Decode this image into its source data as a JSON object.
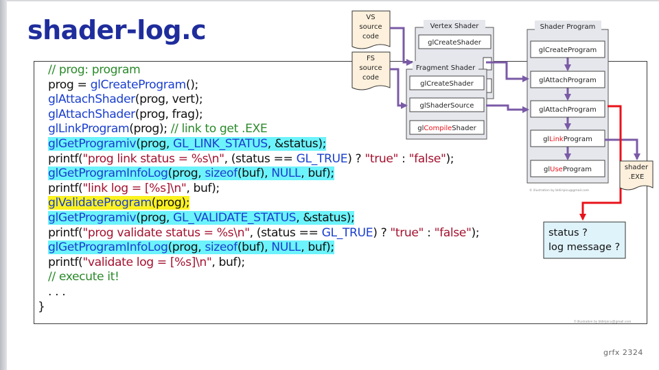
{
  "title": "shader-log.c",
  "code_lines": [
    [
      {
        "t": "// prog: program",
        "c": "cm"
      }
    ],
    [
      {
        "t": "prog = "
      },
      {
        "t": "glCreateProgram",
        "c": "fn"
      },
      {
        "t": "();"
      }
    ],
    [
      {
        "t": "glAttachShader",
        "c": "fn"
      },
      {
        "t": "(prog, vert);"
      }
    ],
    [
      {
        "t": "glAttachShader",
        "c": "fn"
      },
      {
        "t": "(prog, frag);"
      }
    ],
    [
      {
        "t": "glLinkProgram",
        "c": "fn"
      },
      {
        "t": "(prog); "
      },
      {
        "t": "// link to get .EXE",
        "c": "cm"
      }
    ],
    [
      {
        "t": "glGetProgramiv",
        "c": "fn",
        "h": "cyan"
      },
      {
        "t": "(prog, ",
        "h": "cyan"
      },
      {
        "t": "GL_LINK_STATUS",
        "c": "kw",
        "h": "cyan"
      },
      {
        "t": ", &status);",
        "h": "cyan"
      }
    ],
    [
      {
        "t": "printf("
      },
      {
        "t": "\"prog link status = %s\\n\"",
        "c": "str"
      },
      {
        "t": ", (status == "
      },
      {
        "t": "GL_TRUE",
        "c": "kw"
      },
      {
        "t": ") ? "
      },
      {
        "t": "\"true\"",
        "c": "str"
      },
      {
        "t": " : "
      },
      {
        "t": "\"false\"",
        "c": "str"
      },
      {
        "t": ");"
      }
    ],
    [
      {
        "t": "glGetProgramInfoLog",
        "c": "fn",
        "h": "cyan"
      },
      {
        "t": "(prog, ",
        "h": "cyan"
      },
      {
        "t": "sizeof",
        "c": "kw",
        "h": "cyan"
      },
      {
        "t": "(buf), ",
        "h": "cyan"
      },
      {
        "t": "NULL",
        "c": "kw",
        "h": "cyan"
      },
      {
        "t": ", buf);",
        "h": "cyan"
      }
    ],
    [
      {
        "t": "printf("
      },
      {
        "t": "\"link log = [%s]\\n\"",
        "c": "str"
      },
      {
        "t": ", buf);"
      }
    ],
    [
      {
        "t": "glValidateProgram",
        "c": "fn",
        "h": "yellow"
      },
      {
        "t": "(prog);",
        "h": "yellow"
      }
    ],
    [
      {
        "t": "glGetProgramiv",
        "c": "fn",
        "h": "cyan"
      },
      {
        "t": "(prog, ",
        "h": "cyan"
      },
      {
        "t": "GL_VALIDATE_STATUS",
        "c": "kw",
        "h": "cyan"
      },
      {
        "t": ", &status);",
        "h": "cyan"
      }
    ],
    [
      {
        "t": "printf("
      },
      {
        "t": "\"prog validate status = %s\\n\"",
        "c": "str"
      },
      {
        "t": ", (status == "
      },
      {
        "t": "GL_TRUE",
        "c": "kw"
      },
      {
        "t": ") ? "
      },
      {
        "t": "\"true\"",
        "c": "str"
      },
      {
        "t": " : "
      },
      {
        "t": "\"false\"",
        "c": "str"
      },
      {
        "t": ");"
      }
    ],
    [
      {
        "t": "glGetProgramInfoLog",
        "c": "fn",
        "h": "cyan"
      },
      {
        "t": "(prog, ",
        "h": "cyan"
      },
      {
        "t": "sizeof",
        "c": "kw",
        "h": "cyan"
      },
      {
        "t": "(buf), ",
        "h": "cyan"
      },
      {
        "t": "NULL",
        "c": "kw",
        "h": "cyan"
      },
      {
        "t": ", buf);",
        "h": "cyan"
      }
    ],
    [
      {
        "t": "printf("
      },
      {
        "t": "\"validate log = [%s]\\n\"",
        "c": "str"
      },
      {
        "t": ", buf);"
      }
    ],
    [
      {
        "t": "// execute it!",
        "c": "cm"
      }
    ],
    [
      {
        "t": ". . ."
      }
    ],
    [
      {
        "t": "}",
        "brace": true
      }
    ]
  ],
  "diagram": {
    "vs_doc": [
      "VS",
      "source",
      "code"
    ],
    "fs_doc": [
      "FS",
      "source",
      "code"
    ],
    "vertex_shader": {
      "title": "Vertex Shader",
      "items": [
        "glCreateShader"
      ]
    },
    "fragment_shader": {
      "title": "Fragment Shader",
      "items": [
        {
          "pre": "glCreateShader",
          "red": "",
          "post": ""
        },
        {
          "pre": "glShaderSource",
          "red": "",
          "post": ""
        },
        {
          "pre": "gl",
          "red": "Compile",
          "post": "Shader"
        }
      ]
    },
    "shader_program": {
      "title": "Shader Program",
      "items": [
        {
          "pre": "glCreateProgram",
          "red": "",
          "post": ""
        },
        {
          "pre": "glAttachProgram",
          "red": "",
          "post": ""
        },
        {
          "pre": "glAttachProgram",
          "red": "",
          "post": ""
        },
        {
          "pre": "gl",
          "red": "Link",
          "post": "Program"
        },
        {
          "pre": "gl",
          "red": "Use",
          "post": "Program"
        }
      ]
    },
    "exe_doc": [
      "shader",
      ".EXE"
    ],
    "status_box": [
      "status ?",
      "log message ?"
    ],
    "credit": "© illustration by bldiripicu@gmail.com"
  },
  "page_number": "grfx 2324",
  "colors": {
    "title": "#1f2d9c",
    "function": "#1a3fcf",
    "comment": "#2b8a2b",
    "string": "#a4122f",
    "highlight_cyan": "#6cf3fb",
    "highlight_yellow": "#fbf21f",
    "arrow": "#7a5aa6",
    "red_arrow": "#e8121a"
  }
}
